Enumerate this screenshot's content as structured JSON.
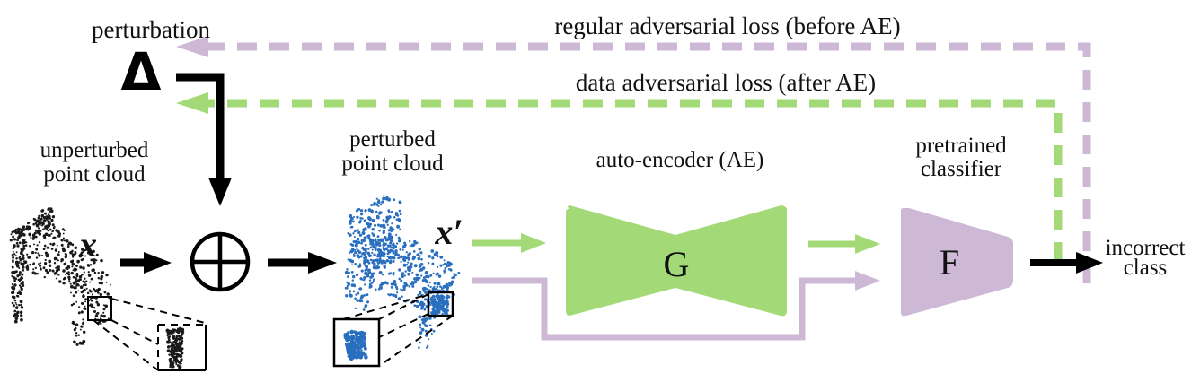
{
  "diagram": {
    "colors": {
      "ae_green": "#a3d977",
      "classifier_purple": "#cdb8d6",
      "arrow_black": "#000000",
      "point_blue": "#2a6fbf",
      "point_black": "#1a1a1a"
    },
    "labels": {
      "perturbation": "perturbation",
      "delta_symbol": "Δ",
      "unperturbed_line1": "unperturbed",
      "unperturbed_line2": "point cloud",
      "perturbed_line1": "perturbed",
      "perturbed_line2": "point cloud",
      "x_symbol": "x",
      "x_prime_symbol": "x′",
      "autoencoder": "auto-encoder (AE)",
      "generator_symbol": "G",
      "classifier_line1": "pretrained",
      "classifier_line2": "classifier",
      "classifier_symbol": "F",
      "output_line1": "incorrect",
      "output_line2": "class",
      "regular_loss": "regular adversarial loss (before AE)",
      "data_loss": "data adversarial loss (after AE)"
    },
    "nodes": [
      {
        "id": "unperturbed-point-cloud",
        "type": "point-cloud",
        "color": "black"
      },
      {
        "id": "perturbation-delta",
        "type": "symbol"
      },
      {
        "id": "add-operator",
        "type": "operator",
        "symbol": "⊕"
      },
      {
        "id": "perturbed-point-cloud",
        "type": "point-cloud",
        "color": "blue"
      },
      {
        "id": "auto-encoder-g",
        "type": "bowtie-block",
        "color": "green"
      },
      {
        "id": "pretrained-classifier-f",
        "type": "trapezoid-block",
        "color": "purple"
      },
      {
        "id": "incorrect-class",
        "type": "output"
      }
    ],
    "edges": [
      {
        "from": "perturbation-delta",
        "to": "add-operator",
        "style": "solid",
        "color": "black"
      },
      {
        "from": "unperturbed-point-cloud",
        "to": "add-operator",
        "style": "solid",
        "color": "black"
      },
      {
        "from": "add-operator",
        "to": "perturbed-point-cloud",
        "style": "solid",
        "color": "black"
      },
      {
        "from": "perturbed-point-cloud",
        "to": "auto-encoder-g",
        "style": "solid",
        "color": "green"
      },
      {
        "from": "auto-encoder-g",
        "to": "pretrained-classifier-f",
        "style": "solid",
        "color": "green"
      },
      {
        "from": "perturbed-point-cloud",
        "to": "pretrained-classifier-f",
        "style": "solid",
        "color": "purple",
        "note": "bypass AE"
      },
      {
        "from": "pretrained-classifier-f",
        "to": "incorrect-class",
        "style": "solid",
        "color": "black"
      },
      {
        "from": "incorrect-class",
        "to": "perturbation-delta",
        "style": "dashed",
        "color": "purple",
        "label": "regular adversarial loss (before AE)"
      },
      {
        "from": "incorrect-class",
        "to": "perturbation-delta",
        "style": "dashed",
        "color": "green",
        "label": "data adversarial loss (after AE)"
      }
    ]
  }
}
